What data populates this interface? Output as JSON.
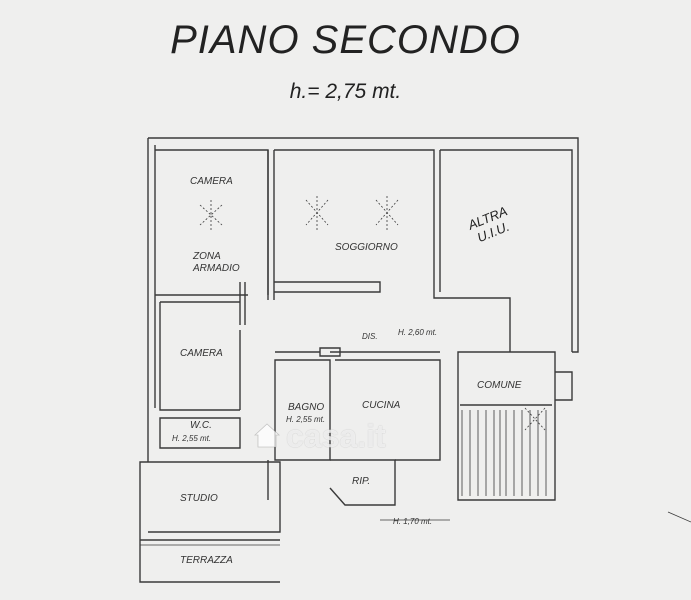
{
  "header": {
    "title": "PIANO SECONDO",
    "subtitle": "h.= 2,75 mt."
  },
  "rooms": {
    "camera_1": "CAMERA",
    "zona_armadio_1": "ZONA",
    "zona_armadio_2": "ARMADIO",
    "soggiorno": "SOGGIORNO",
    "altra_1": "ALTRA",
    "altra_2": "U.I.U.",
    "dis": "DIS.",
    "dis_height": "H. 2,60 mt.",
    "camera_2": "CAMERA",
    "comune": "COMUNE",
    "wc": "W.C.",
    "wc_height": "H. 2,55 mt.",
    "bagno": "BAGNO",
    "bagno_height": "H. 2,55 mt.",
    "cucina": "CUCINA",
    "rip": "RIP.",
    "rip_height": "H. 1,70 mt.",
    "studio": "STUDIO",
    "terrazza": "TERRAZZA"
  },
  "watermark": {
    "text": "casa.it"
  },
  "colors": {
    "wall": "#3a3a3a",
    "paper": "#efefee",
    "watermark": "#ffffff"
  }
}
